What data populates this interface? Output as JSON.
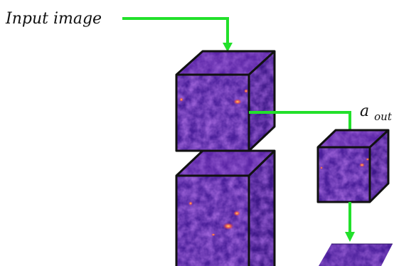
{
  "labels": {
    "input": "Input image",
    "output_base": "a",
    "output_sub": "out"
  },
  "colors": {
    "arrow": "#22e02b",
    "outline": "#111111",
    "texture_dark": "#3a1a8a",
    "texture_mid": "#5a2aa8",
    "texture_hot": "#ff8a3c"
  }
}
